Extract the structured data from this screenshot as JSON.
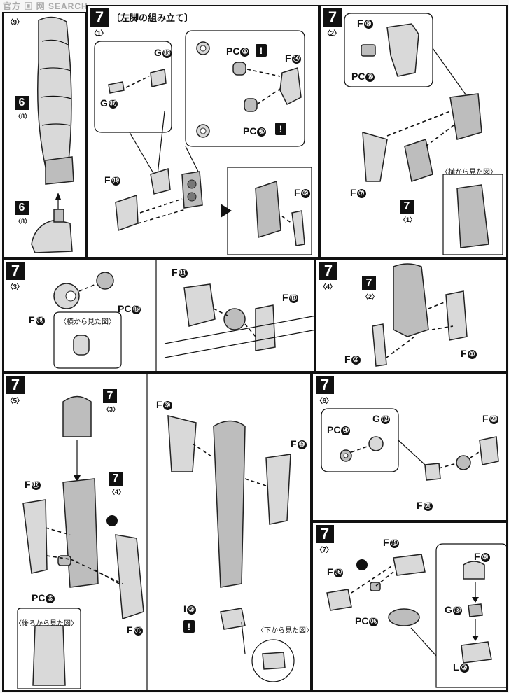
{
  "watermark": "官方 ▣ 网  SEARCH",
  "title": "〔左脚の組み立て〕",
  "panels": {
    "p9": {
      "step": "",
      "sub": "〈9〉",
      "labels": {
        "a": "6",
        "a_sub": "〈8〉",
        "b": "6",
        "b_sub": "〈8〉"
      }
    },
    "p71": {
      "step": "7",
      "sub": "〈1〉",
      "g15": "G",
      "g15n": "⑮",
      "g17": "G",
      "g17n": "⑰",
      "pc6a": "PC",
      "pc6an": "⑥",
      "pc6b": "PC",
      "pc6bn": "⑥",
      "f14": "F",
      "f14n": "⑭",
      "f13": "F",
      "f13n": "⑬",
      "f5": "F",
      "f5n": "⑤"
    },
    "p72": {
      "step": "7",
      "sub": "〈2〉",
      "f8": "F",
      "f8n": "⑧",
      "pc8": "PC",
      "pc8n": "⑧",
      "f7": "F",
      "f7n": "⑦",
      "m": "7",
      "m_sub": "〈1〉",
      "side_note": "〈横から見た図〉"
    },
    "p73": {
      "step": "7",
      "sub": "〈3〉",
      "f19": "F",
      "f19n": "⑲",
      "pc15": "PC",
      "pc15n": "⑮",
      "side_note": "〈横から見た図〉",
      "f18": "F",
      "f18n": "⑱",
      "f17": "F",
      "f17n": "⑰"
    },
    "p74": {
      "step": "7",
      "sub": "〈4〉",
      "m": "7",
      "m_sub": "〈2〉",
      "f2": "F",
      "f2n": "②",
      "f1": "F",
      "f1n": "①"
    },
    "p75": {
      "step": "7",
      "sub": "〈5〉",
      "m3": "7",
      "m3_sub": "〈3〉",
      "m4": "7",
      "m4_sub": "〈4〉",
      "f12": "F",
      "f12n": "⑫",
      "pc5": "PC",
      "pc5n": "⑤",
      "f11": "F",
      "f11n": "⑪",
      "back_note": "〈後ろから見た図〉",
      "f9": "F",
      "f9n": "⑨",
      "f10": "F",
      "f10n": "⑩",
      "i2": "I",
      "i2n": "②",
      "bottom_note": "〈下から見た図〉"
    },
    "p76": {
      "step": "7",
      "sub": "〈6〉",
      "pc4": "PC",
      "pc4n": "④",
      "g12": "G",
      "g12n": "⑫",
      "f20": "F",
      "f20n": "⑳",
      "f21": "F",
      "f21n": "㉑"
    },
    "p77": {
      "step": "7",
      "sub": "〈7〉",
      "f15": "F",
      "f15n": "⑮",
      "f16": "F",
      "f16n": "⑯",
      "pc16": "PC",
      "pc16n": "⑯",
      "f6": "F",
      "f6n": "⑥",
      "g18": "G",
      "g18n": "⑱",
      "l2": "L",
      "l2n": "②"
    }
  },
  "warn_mark": "!"
}
